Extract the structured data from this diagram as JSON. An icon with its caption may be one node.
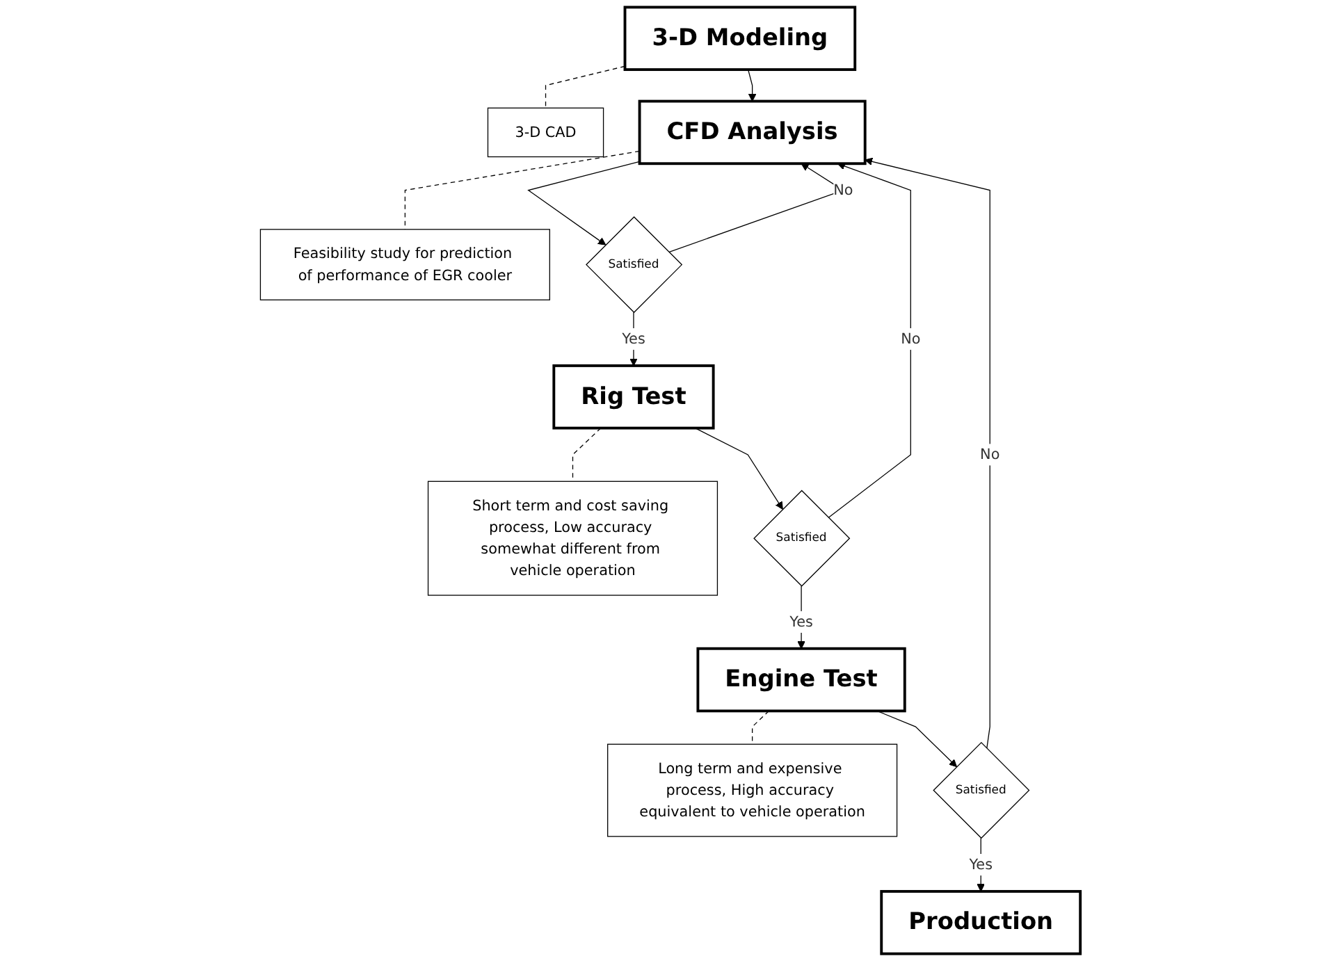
{
  "diagram": {
    "nodes": [
      {
        "text": [
          "3-D Modeling"
        ]
      },
      {
        "text": [
          "3-D CAD"
        ]
      },
      {
        "text": [
          "CFD Analysis"
        ]
      },
      {
        "text": [
          "Feasibility study for prediction of performance of EGR cooler"
        ]
      },
      {
        "text": [
          "Satisfied"
        ]
      },
      {
        "text": [
          "Rig Test"
        ]
      },
      {
        "text": [
          "Short term and cost saving process, Low accuracy somewhat different from vehicle operation"
        ]
      },
      {
        "text": [
          "Satisfied"
        ]
      },
      {
        "text": [
          "Engine Test"
        ]
      },
      {
        "text": [
          "Long term and expensive process, High accuracy equivalent to vehicle operation"
        ]
      },
      {
        "text": [
          "Satisfied"
        ]
      },
      {
        "text": [
          "Production"
        ]
      }
    ],
    "edges": [
      {
        "from": 0,
        "to": 2,
        "arrow": "to"
      },
      {
        "from": 0,
        "to": 1,
        "arrow": "none",
        "style": "dashed"
      },
      {
        "from": 2,
        "to": 3,
        "arrow": "none",
        "style": "dashed"
      },
      {
        "from": 2,
        "to": 4,
        "arrow": "to"
      },
      {
        "from": 4,
        "to": 2,
        "arrow": "to",
        "label": "No"
      },
      {
        "from": 4,
        "to": 5,
        "arrow": "to",
        "label": "Yes"
      },
      {
        "from": 5,
        "to": 6,
        "arrow": "none",
        "style": "dashed"
      },
      {
        "from": 5,
        "to": 7,
        "arrow": "to"
      },
      {
        "from": 7,
        "to": 2,
        "arrow": "to",
        "label": "No"
      },
      {
        "from": 7,
        "to": 8,
        "arrow": "to",
        "label": "Yes"
      },
      {
        "from": 8,
        "to": 9,
        "arrow": "none",
        "style": "dashed"
      },
      {
        "from": 8,
        "to": 10,
        "arrow": "to"
      },
      {
        "from": 10,
        "to": 2,
        "arrow": "to",
        "label": "No"
      },
      {
        "from": 10,
        "to": 11,
        "arrow": "to",
        "label": "Yes"
      }
    ]
  }
}
